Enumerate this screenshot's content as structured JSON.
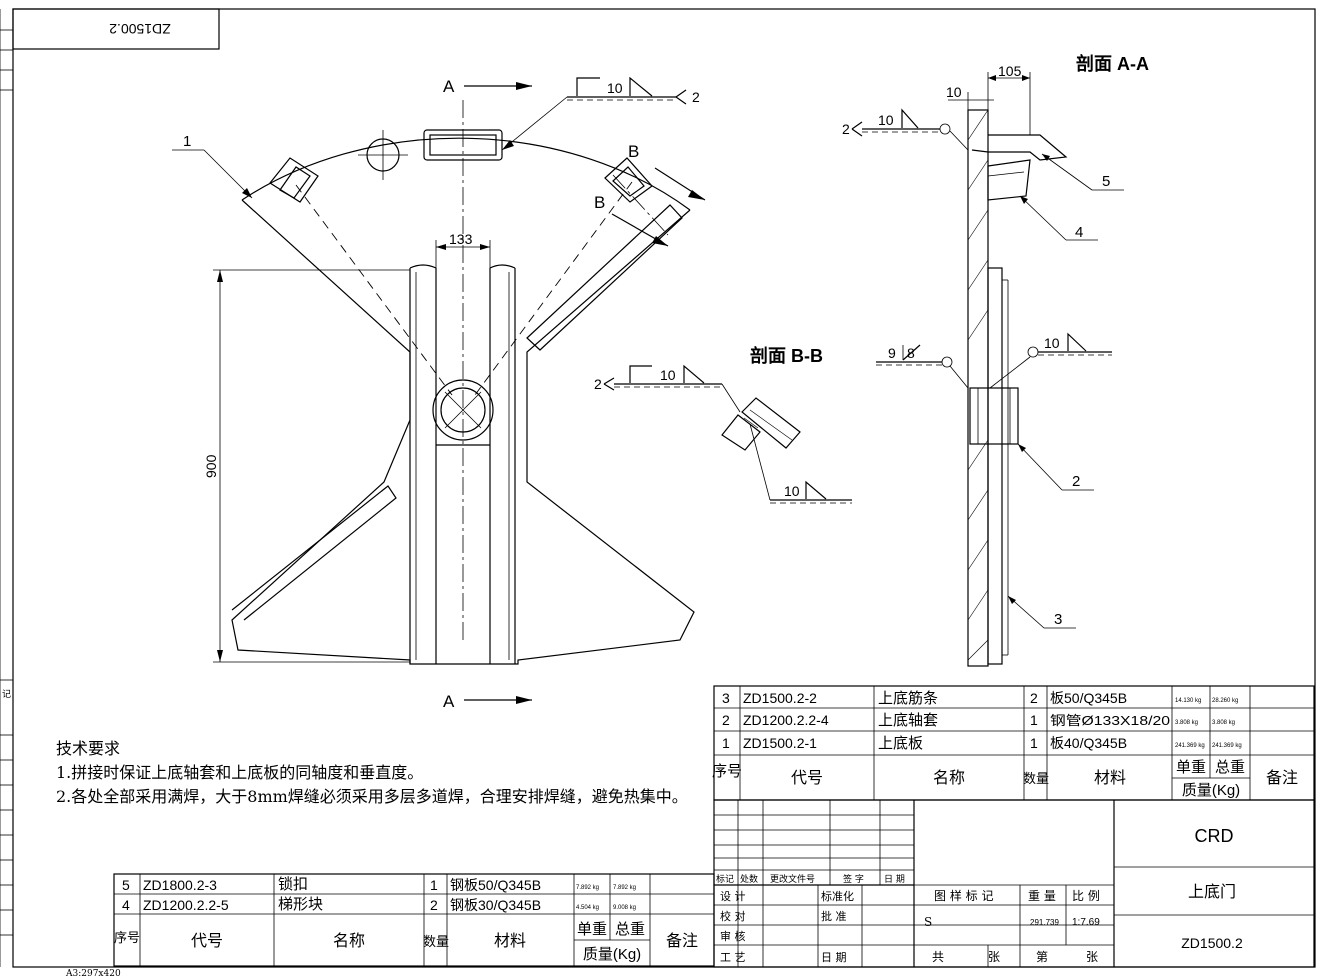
{
  "drawing_code_rotated": "ZD1500.2",
  "sheet_size": "A3:297x420",
  "margin_label": "记",
  "section_aa_title": "剖面 A-A",
  "section_bb_title": "剖面 B-B",
  "cut_labels": {
    "a": "A",
    "b": "B"
  },
  "dims": {
    "d133": "133",
    "d900": "900",
    "d105": "105",
    "d10": "10"
  },
  "weld": {
    "size10": "10",
    "size9": "9",
    "size8": "8",
    "ref2": "2"
  },
  "balloons": [
    "1",
    "2",
    "3",
    "4",
    "5"
  ],
  "tech_requirements": {
    "title": "技术要求",
    "items": [
      "1.拼接时保证上底轴套和上底板的同轴度和垂直度。",
      "2.各处全部采用满焊，大于8mm焊缝必须采用多层多道焊，合理安排焊缝，避免热集中。"
    ]
  },
  "bom_headers": {
    "seq": "序号",
    "code": "代号",
    "name": "名称",
    "qty": "数量",
    "material": "材料",
    "unit_weight": "单重",
    "total_weight": "总重",
    "mass": "质量(Kg)",
    "remark": "备注"
  },
  "bom_right": [
    {
      "seq": "3",
      "code": "ZD1500.2-2",
      "name": "上底筋条",
      "qty": "2",
      "material": "板50/Q345B",
      "unit": "14.130 kg",
      "total": "28.260 kg"
    },
    {
      "seq": "2",
      "code": "ZD1200.2.2-4",
      "name": "上底轴套",
      "qty": "1",
      "material": "钢管Ø133X18/20",
      "unit": "3.808 kg",
      "total": "3.808 kg"
    },
    {
      "seq": "1",
      "code": "ZD1500.2-1",
      "name": "上底板",
      "qty": "1",
      "material": "板40/Q345B",
      "unit": "241.369 kg",
      "total": "241.369 kg"
    }
  ],
  "bom_left": [
    {
      "seq": "5",
      "code": "ZD1800.2-3",
      "name": "锁扣",
      "qty": "1",
      "material": "钢板50/Q345B",
      "unit": "7.892 kg",
      "total": "7.892 kg"
    },
    {
      "seq": "4",
      "code": "ZD1200.2.2-5",
      "name": "梯形块",
      "qty": "2",
      "material": "钢板30/Q345B",
      "unit": "4.504 kg",
      "total": "9.008 kg"
    }
  ],
  "title_block": {
    "company": "CRD",
    "part_name": "上底门",
    "drawing_no": "ZD1500.2",
    "weight": "291.739",
    "scale": "1:7.69",
    "rev_header": [
      "标记",
      "处数",
      "更改文件号",
      "签 字",
      "日 期"
    ],
    "roles": [
      "设 计",
      "校 对",
      "审 核",
      "工 艺"
    ],
    "std_labels": [
      "标准化",
      "批 准",
      "日 期"
    ],
    "chart_mark": "图 样 标 记",
    "weight_label": "重 量",
    "scale_label": "比 例",
    "s_mark": "S",
    "total_sheets": "共",
    "sheet_unit": "张",
    "sheet_no": "第"
  }
}
